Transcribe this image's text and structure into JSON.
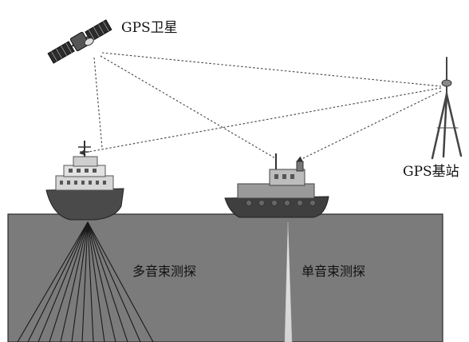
{
  "labels": {
    "gps_satellite": "GPS卫星",
    "gps_base_station": "GPS基站",
    "multibeam": "多音束测探",
    "singlebeam": "单音束测探"
  },
  "colors": {
    "water": "#7b7b7b",
    "ray": "#1a1a1a",
    "dash": "#444444"
  }
}
